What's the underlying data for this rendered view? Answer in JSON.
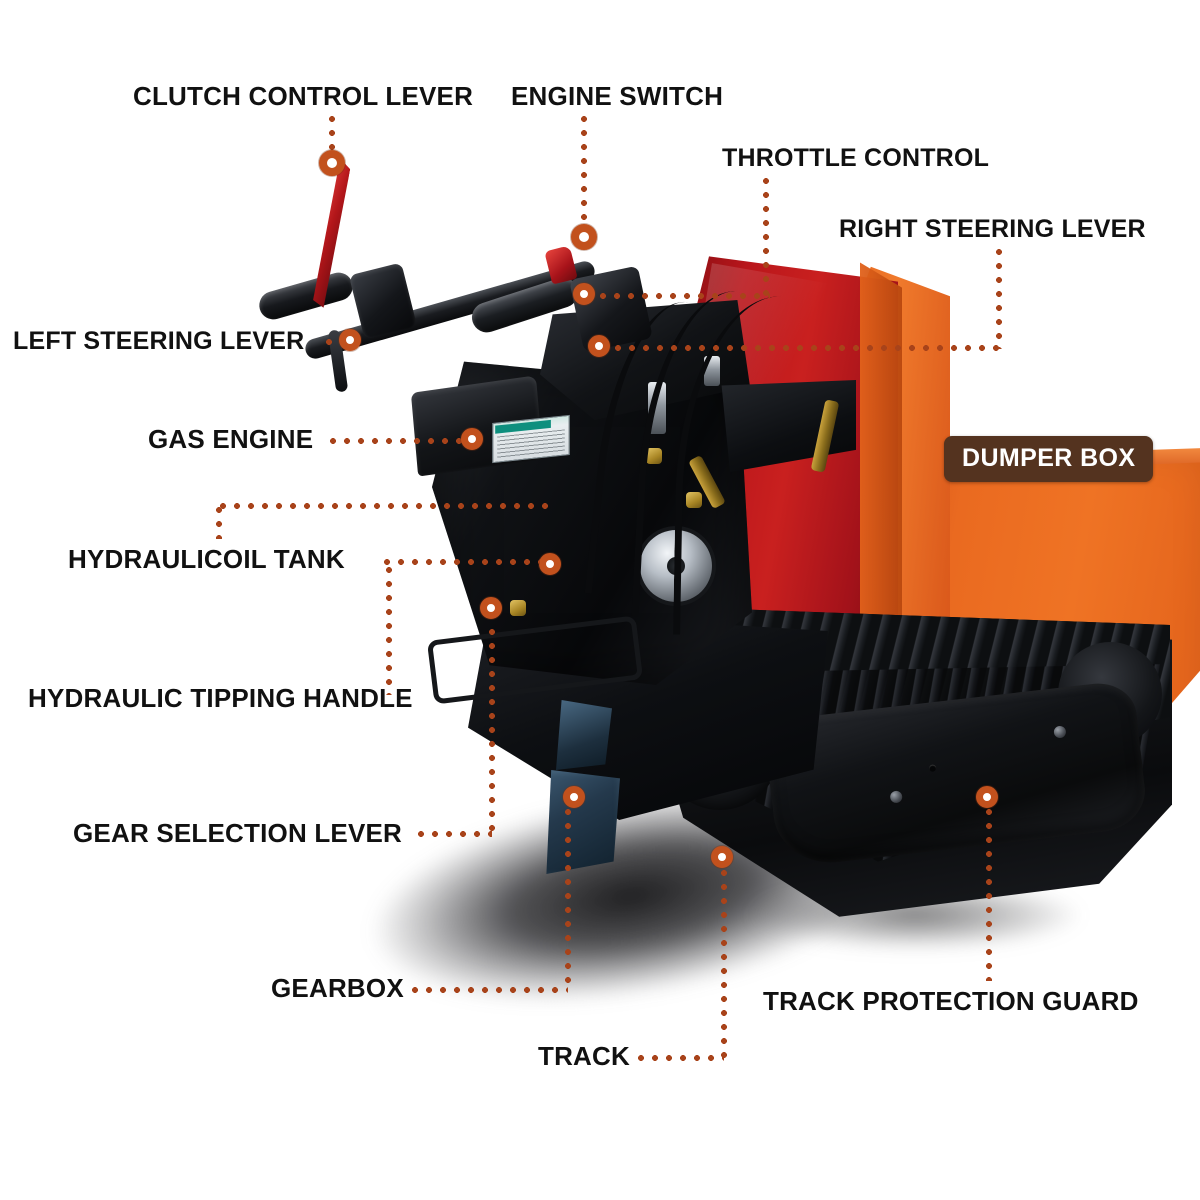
{
  "diagram": {
    "subject": "tracked mini dumper parts diagram",
    "colors": {
      "label_text": "#111111",
      "leader_dots": "#a8431a",
      "marker_ring": "#c2511d",
      "marker_center": "#ffffff",
      "badge_background": "#54331f",
      "badge_text": "#ffffff",
      "dumper_box_orange": "#ea6a20",
      "front_panel_red": "#b9161b",
      "machine_black": "#101215",
      "gearbox_blue": "#2c4558",
      "background": "#ffffff"
    },
    "badges": [
      {
        "id": "dumper-box",
        "label": "DUMPER BOX"
      }
    ],
    "callouts": [
      {
        "id": "clutch-control-lever",
        "label": "CLUTCH CONTROL LEVER"
      },
      {
        "id": "engine-switch",
        "label": "ENGINE SWITCH"
      },
      {
        "id": "throttle-control",
        "label": "THROTTLE CONTROL"
      },
      {
        "id": "right-steering-lever",
        "label": "RIGHT STEERING LEVER"
      },
      {
        "id": "left-steering-lever",
        "label": "LEFT STEERING LEVER"
      },
      {
        "id": "gas-engine",
        "label": "GAS ENGINE"
      },
      {
        "id": "hydraulicoil-tank",
        "label": "HYDRAULICOIL TANK"
      },
      {
        "id": "hydraulic-tipping-handle",
        "label": "HYDRAULIC TIPPING HANDLE"
      },
      {
        "id": "gear-selection-lever",
        "label": "GEAR SELECTION LEVER"
      },
      {
        "id": "gearbox",
        "label": "GEARBOX"
      },
      {
        "id": "track",
        "label": "TRACK"
      },
      {
        "id": "track-protection-guard",
        "label": "TRACK PROTECTION GUARD"
      }
    ]
  }
}
